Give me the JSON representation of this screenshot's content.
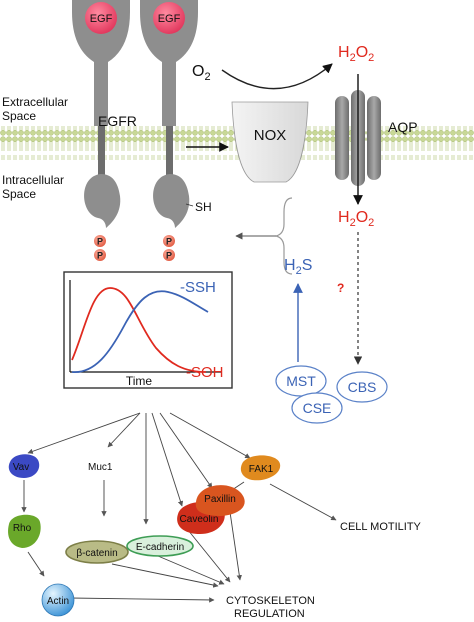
{
  "labels": {
    "egf": "EGF",
    "egfr": "EGFR",
    "extracellular_space": [
      "Extracellular",
      "Space"
    ],
    "intracellular_space": [
      "Intracellular",
      "Space"
    ],
    "o2_main": "O",
    "o2_sub": "2",
    "h2o2_main_1": "H",
    "h2o2_sub_1": "2",
    "h2o2_main_2": "O",
    "h2o2_sub_2": "2",
    "nox": "NOX",
    "aqp": "AQP",
    "sh": "SH",
    "p": "P",
    "h2s_main_1": "H",
    "h2s_sub": "2",
    "h2s_main_2": "S",
    "question_mark": "?",
    "ssh": "-SSH",
    "soh": "-SOH",
    "time": "Time",
    "mst": "MST",
    "cse": "CSE",
    "cbs": "CBS",
    "vav": "Vav",
    "muc1": "Muc1",
    "fak1": "FAK1",
    "rho": "Rho",
    "beta_catenin": "β-catenin",
    "e_cadherin": "E-cadherin",
    "caveolin": "Caveolin",
    "paxillin": "Paxillin",
    "actin": "Actin",
    "cell_motility": "CELL MOTILITY",
    "cytoskeleton": [
      "CYTOSKELETON",
      "REGULATION"
    ]
  },
  "colors": {
    "receptor": "#8e8e8e",
    "egf": "#ee4a6a",
    "phospho": "#e8705a",
    "membrane": "#c9d99a",
    "h2o2_red": "#e02a1f",
    "ssh_blue": "#3b63b5",
    "soh_red": "#e02a1f",
    "enzyme_blue": "#5b82c8",
    "vav": "#3b49c4",
    "rho": "#6aa82a",
    "beta_catenin": "#9ea16a",
    "e_cadherin": "#5bb36b",
    "caveolin": "#cf2e1b",
    "paxillin": "#d9551f",
    "fak1": "#e08a1e",
    "actin": "#4fa6df"
  }
}
